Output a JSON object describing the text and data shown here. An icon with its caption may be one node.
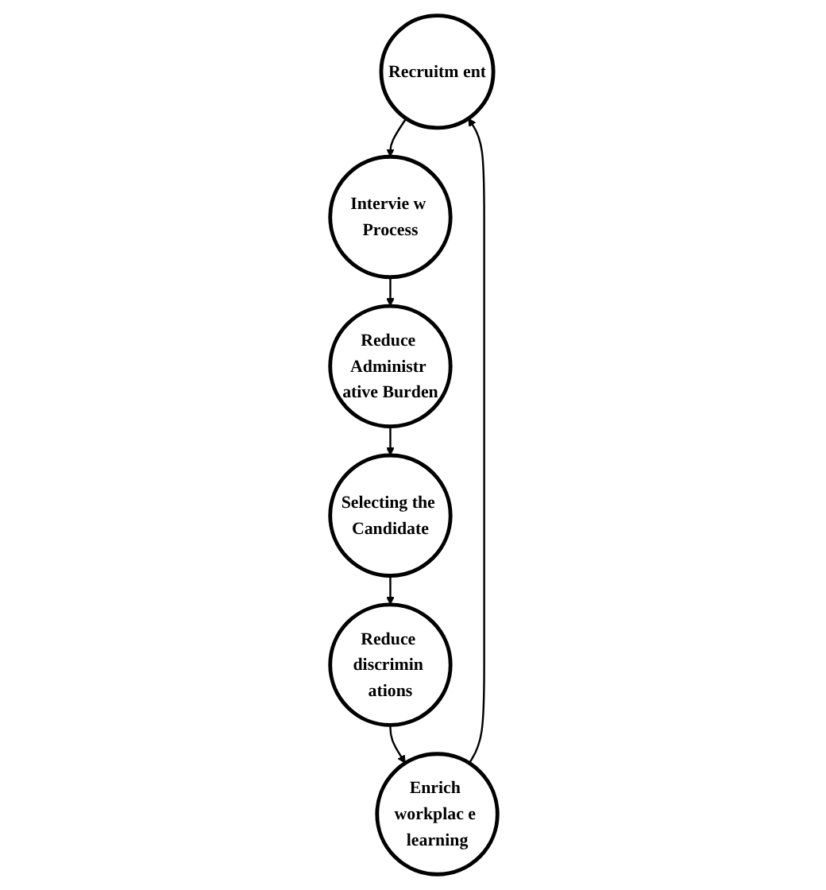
{
  "diagram": {
    "nodes": [
      {
        "text": [
          "Recruitm ent"
        ]
      },
      {
        "text": [
          "Intervie w Process"
        ]
      },
      {
        "text": [
          "Reduce Administr ative Burden"
        ]
      },
      {
        "text": [
          "Selecting the Candidate"
        ]
      },
      {
        "text": [
          "Reduce discrimin ations"
        ]
      },
      {
        "text": [
          "Enrich workplac e learning"
        ]
      }
    ],
    "edges": [
      {
        "from": 0,
        "to": 1,
        "arrow": "to"
      },
      {
        "from": 1,
        "to": 2,
        "arrow": "to"
      },
      {
        "from": 2,
        "to": 3,
        "arrow": "to"
      },
      {
        "from": 3,
        "to": 4,
        "arrow": "to"
      },
      {
        "from": 4,
        "to": 5,
        "arrow": "to"
      },
      {
        "from": 5,
        "to": 0,
        "arrow": "to"
      }
    ]
  }
}
